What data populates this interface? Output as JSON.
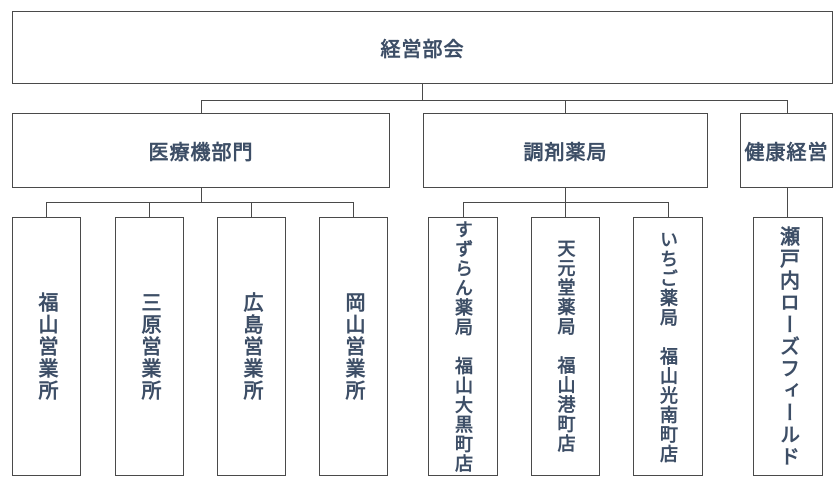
{
  "colors": {
    "text": "#3d4e66",
    "line": "#4a4a4a",
    "background": "#ffffff"
  },
  "org_chart": {
    "type": "organization-chart",
    "root": {
      "label": "経営部会"
    },
    "divisions": [
      {
        "label": "医療機部門",
        "children": [
          {
            "label": "福山営業所"
          },
          {
            "label": "三原営業所"
          },
          {
            "label": "広島営業所"
          },
          {
            "label": "岡山営業所"
          }
        ]
      },
      {
        "label": "調剤薬局",
        "children": [
          {
            "label": "すずらん薬局　福山大黒町店"
          },
          {
            "label": "天元堂薬局　福山港町店"
          },
          {
            "label": "いちご薬局　福山光南町店"
          }
        ]
      },
      {
        "label": "健康経営",
        "children": [
          {
            "label": "瀬戸内ローズフィールド"
          }
        ]
      }
    ]
  }
}
